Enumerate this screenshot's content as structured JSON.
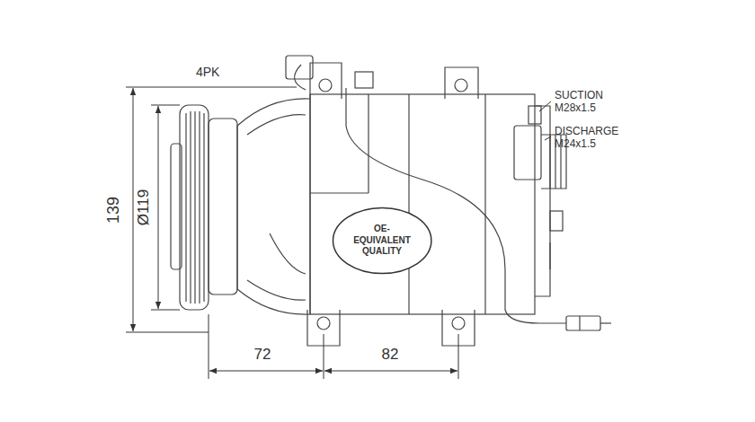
{
  "diagram": {
    "nodes": [
      {
        "text": [
          "OE- EQUIVALENT QUALITY"
        ]
      }
    ],
    "labels": [
      "4PK",
      "SUCTION M28x1.5",
      "DISCHARGE M24x1.5",
      "139",
      "Ø119",
      "72",
      "82"
    ]
  }
}
